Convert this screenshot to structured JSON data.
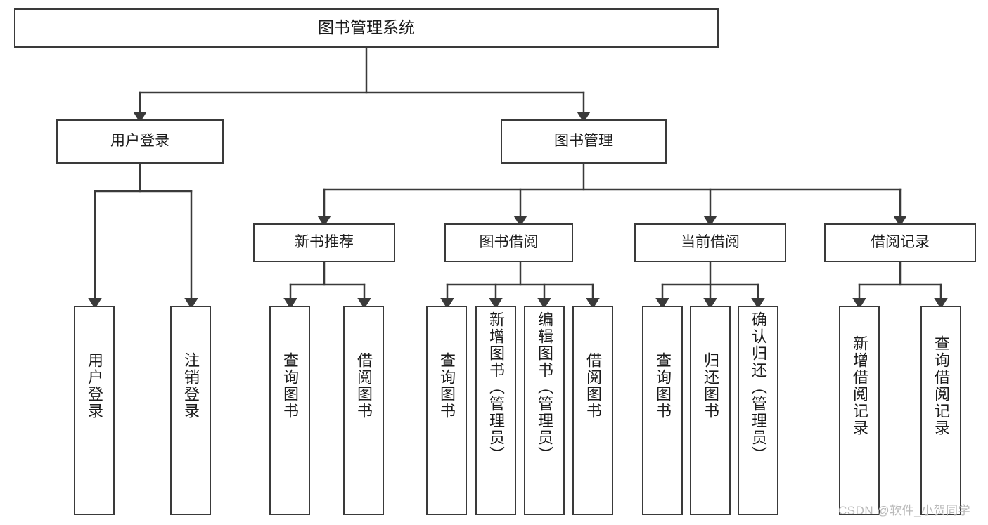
{
  "diagram": {
    "title": "图书管理系统",
    "type": "tree",
    "watermark": "CSDN @软件_小贺同学",
    "stroke_color": "#3a3a3a",
    "fill_color": "#ffffff",
    "text_color": "#1b1b1b"
  },
  "root": {
    "label": "图书管理系统"
  },
  "level1": [
    {
      "label": "用户登录"
    },
    {
      "label": "图书管理"
    }
  ],
  "level2": [
    {
      "label": "新书推荐"
    },
    {
      "label": "图书借阅"
    },
    {
      "label": "当前借阅"
    },
    {
      "label": "借阅记录"
    }
  ],
  "leaves": {
    "login": [
      {
        "label": "用户登录"
      },
      {
        "label": "注销登录"
      }
    ],
    "new_books": [
      {
        "label": "查询图书"
      },
      {
        "label": "借阅图书"
      }
    ],
    "borrow": [
      {
        "label": "查询图书"
      },
      {
        "label": "新增图书（管理员）"
      },
      {
        "label": "编辑图书（管理员）"
      },
      {
        "label": "借阅图书"
      }
    ],
    "current": [
      {
        "label": "查询图书"
      },
      {
        "label": "归还图书"
      },
      {
        "label": "确认归还（管理员）"
      }
    ],
    "records": [
      {
        "label": "新增借阅记录"
      },
      {
        "label": "查询借阅记录"
      }
    ]
  }
}
